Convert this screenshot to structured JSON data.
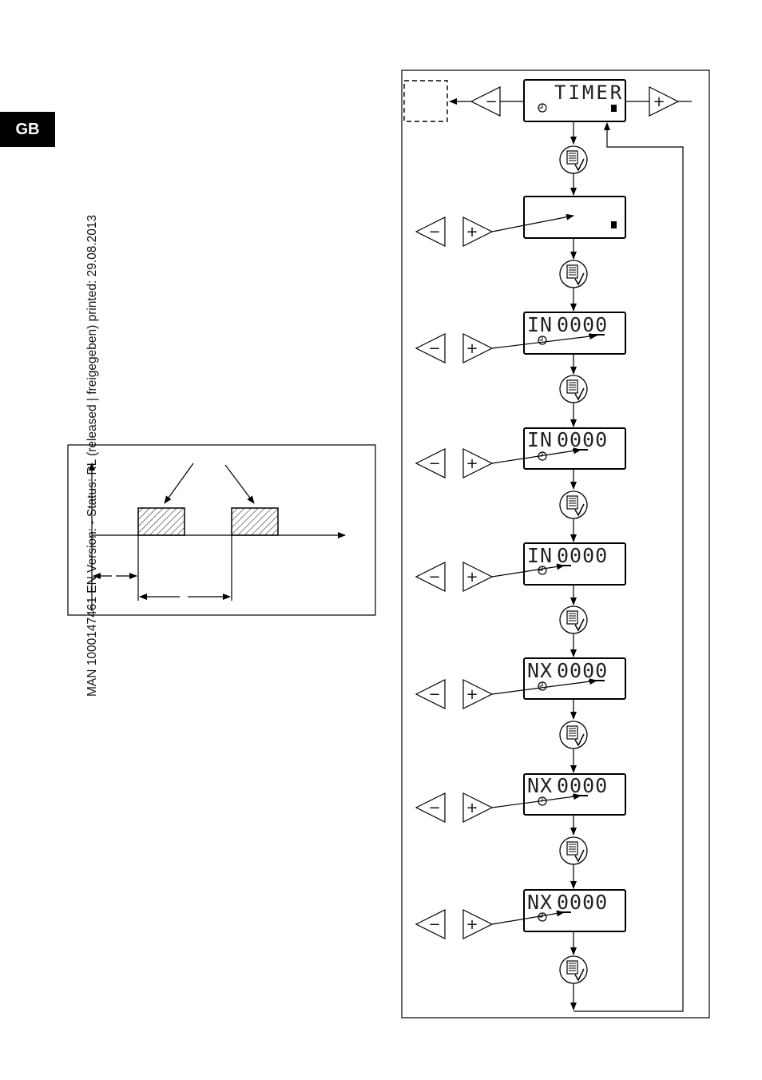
{
  "tab": {
    "label": "GB"
  },
  "doc": {
    "side_text": "MAN 1000147461  EN  Version: -  Status: RL (released | freigegeben)  printed: 29.08.2013"
  },
  "flow": {
    "top_display": "TIMER",
    "minus_symbol": "−",
    "plus_symbol": "+",
    "screens": [
      {
        "prefix": "",
        "digits": ""
      },
      {
        "prefix": "IN",
        "digits": "0000"
      },
      {
        "prefix": "IN",
        "digits": "0000"
      },
      {
        "prefix": "IN",
        "digits": "0000"
      },
      {
        "prefix": "NX",
        "digits": "0000"
      },
      {
        "prefix": "NX",
        "digits": "0000"
      },
      {
        "prefix": "NX",
        "digits": "0000"
      }
    ]
  }
}
